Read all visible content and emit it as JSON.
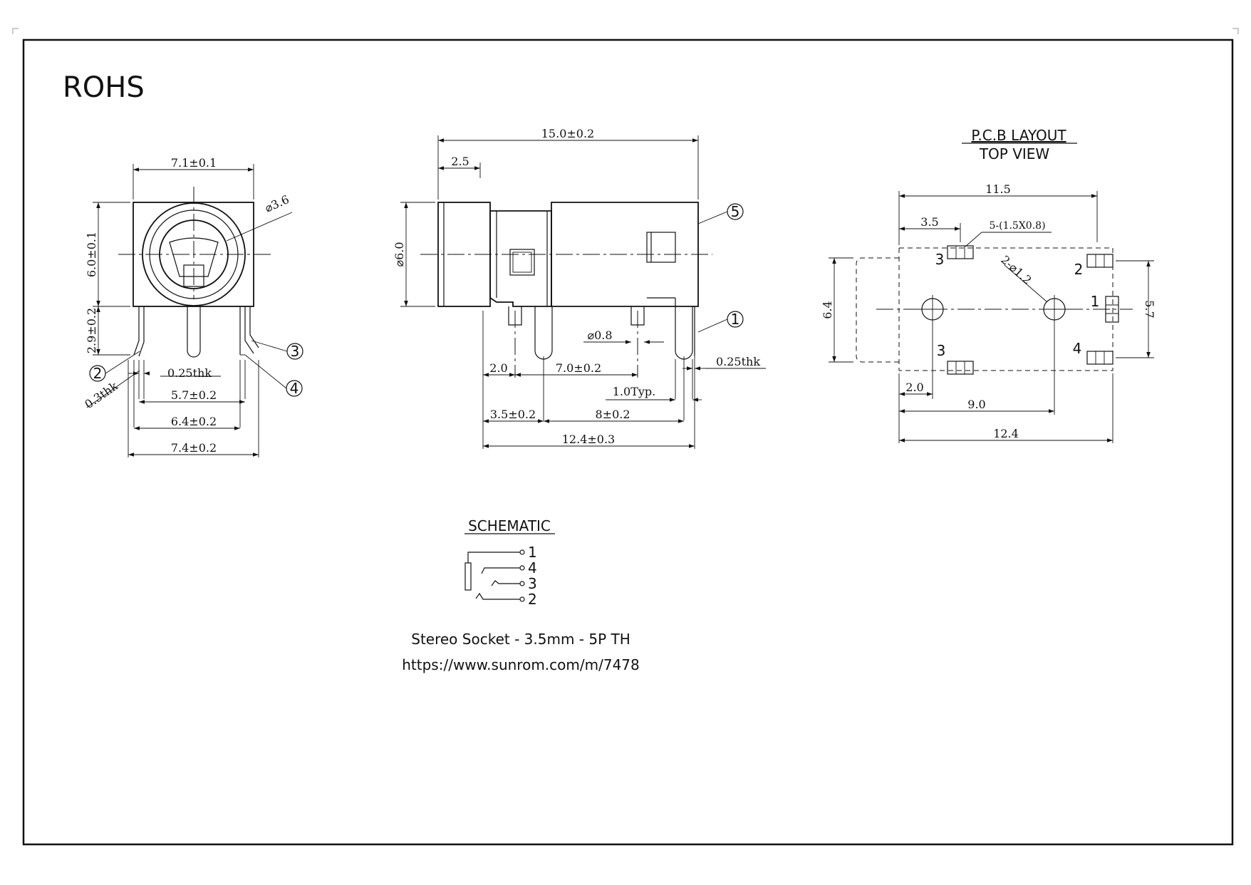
{
  "title": "ROHS",
  "side_view": {
    "dim_width_top": "7.1±0.1",
    "dim_hole": "⌀3.6",
    "dim_height": "6.0±0.1",
    "dim_pin_height": "2.9±0.2",
    "dim_thk_a": "0.25thk",
    "dim_thk_b": "0.3thk",
    "dim_57": "5.7±0.2",
    "dim_64": "6.4±0.2",
    "dim_74": "7.4±0.2",
    "callout_2": "2",
    "callout_3": "3",
    "callout_4": "4"
  },
  "front_view": {
    "dim_length": "15.0±0.2",
    "dim_25": "2.5",
    "dim_dia6": "⌀6.0",
    "dim_pin_dia": "⌀0.8",
    "dim_20": "2.0",
    "dim_70": "7.0±0.2",
    "dim_10typ": "1.0Typ.",
    "dim_thk": "0.25thk",
    "dim_35": "3.5±0.2",
    "dim_8": "8±0.2",
    "dim_124": "12.4±0.3",
    "callout_5": "5",
    "callout_1": "1"
  },
  "pcb": {
    "title_line1": "P.C.B LAYOUT",
    "title_line2": "TOP VIEW",
    "dim_115": "11.5",
    "dim_35": "3.5",
    "dim_pads": "5-(1.5X0.8)",
    "dim_holes": "2-⌀1.2",
    "dim_64": "6.4",
    "dim_57": "5.7",
    "dim_20": "2.0",
    "dim_90": "9.0",
    "dim_124": "12.4",
    "pin_3a": "3",
    "pin_2": "2",
    "pin_1": "1",
    "pin_3b": "3",
    "pin_4": "4"
  },
  "schematic": {
    "title": "SCHEMATIC",
    "pins": [
      "1",
      "4",
      "3",
      "2"
    ]
  },
  "caption": {
    "line1": "Stereo Socket - 3.5mm - 5P TH",
    "line2": "https://www.sunrom.com/m/7478"
  }
}
